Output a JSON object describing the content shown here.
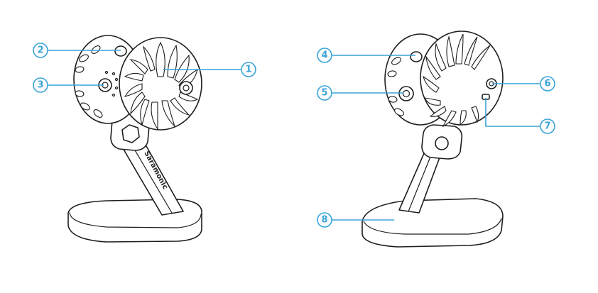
{
  "brand_text": "Saramonic",
  "callouts": [
    {
      "id": "1",
      "label": "1"
    },
    {
      "id": "2",
      "label": "2"
    },
    {
      "id": "3",
      "label": "3"
    },
    {
      "id": "4",
      "label": "4"
    },
    {
      "id": "5",
      "label": "5"
    },
    {
      "id": "6",
      "label": "6"
    },
    {
      "id": "7",
      "label": "7"
    },
    {
      "id": "8",
      "label": "8"
    }
  ],
  "colors": {
    "callout": "#3aa3d8",
    "line_art": "#1e1e1e",
    "background": "#ffffff"
  }
}
